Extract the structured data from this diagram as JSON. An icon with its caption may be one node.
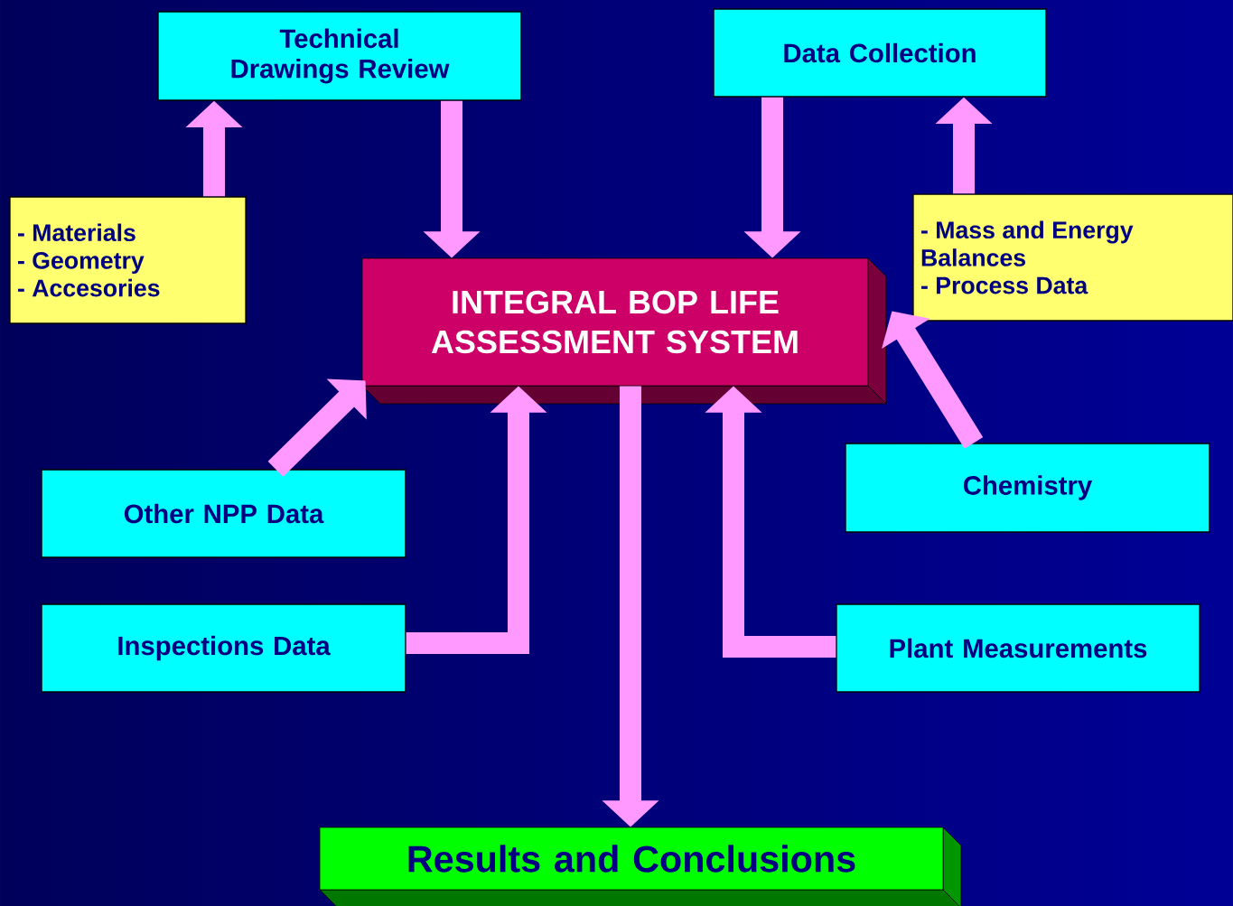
{
  "diagram": {
    "nodes": [
      {
        "text": [
          "Technical Drawings Review"
        ]
      },
      {
        "text": [
          "Data Collection"
        ]
      },
      {
        "text": [
          "- Materials",
          "- Geometry",
          "- Accesories"
        ]
      },
      {
        "text": [
          "- Mass and Energy Balances",
          "- Process Data"
        ]
      },
      {
        "text": [
          "INTEGRAL BOP LIFE ASSESSMENT SYSTEM"
        ]
      },
      {
        "text": [
          "Other NPP Data"
        ]
      },
      {
        "text": [
          "Chemistry"
        ]
      },
      {
        "text": [
          "Inspections Data"
        ]
      },
      {
        "text": [
          "Plant Measurements"
        ]
      },
      {
        "text": [
          "Results and Conclusions"
        ]
      }
    ],
    "edges": [
      {
        "from": 2,
        "to": 0,
        "arrow": "to"
      },
      {
        "from": 0,
        "to": 4,
        "arrow": "to"
      },
      {
        "from": 1,
        "to": 4,
        "arrow": "to"
      },
      {
        "from": 3,
        "to": 1,
        "arrow": "to"
      },
      {
        "from": 5,
        "to": 4,
        "arrow": "to"
      },
      {
        "from": 7,
        "to": 4,
        "arrow": "to"
      },
      {
        "from": 8,
        "to": 4,
        "arrow": "to"
      },
      {
        "from": 6,
        "to": 4,
        "arrow": "to"
      },
      {
        "from": 4,
        "to": 9,
        "arrow": "to"
      }
    ]
  }
}
